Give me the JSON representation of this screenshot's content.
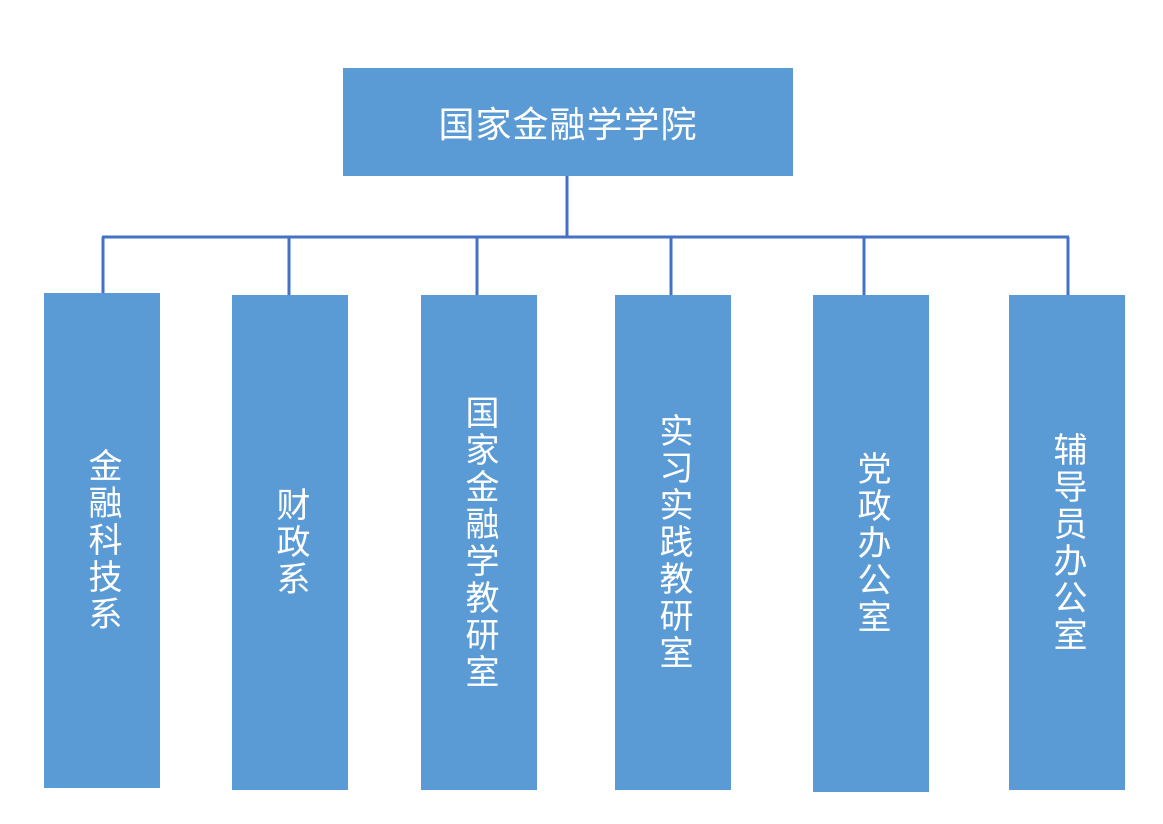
{
  "colors": {
    "box_fill": "#5b9bd5",
    "connector": "#4472c4",
    "text": "#ffffff"
  },
  "org_chart": {
    "root": "国家金融学学院",
    "children": [
      "金融科技系",
      "财政系",
      "国家金融学教研室",
      "实习实践教研室",
      "党政办公室",
      "辅导员办公室"
    ]
  }
}
